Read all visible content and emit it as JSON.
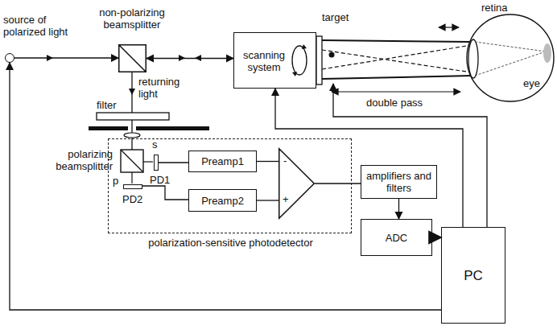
{
  "diagram": {
    "nodes": [
      {
        "text": [
          "source of polarized light"
        ]
      },
      {
        "text": [
          "non-polarizing beamsplitter"
        ]
      },
      {
        "text": [
          "scanning system"
        ]
      },
      {
        "text": [
          "polarization-sensitive photodetector"
        ]
      },
      {
        "text": [
          "PD1"
        ],
        "in": 3
      },
      {
        "text": [
          "Preamp1"
        ],
        "in": 3
      },
      {
        "text": [
          "PD2"
        ],
        "in": 3
      },
      {
        "text": [
          "Preamp2"
        ],
        "in": 3
      },
      {
        "text": [
          "-",
          "+"
        ],
        "in": 3
      },
      {
        "text": [
          "amplifiers and filters"
        ]
      },
      {
        "text": [
          "ADC"
        ]
      },
      {
        "text": [
          "PC"
        ]
      }
    ],
    "edges": [
      {
        "from": 0,
        "to": 1,
        "arrow": "to"
      },
      {
        "from": 1,
        "to": 2,
        "arrow": "both"
      },
      {
        "from": 4,
        "to": 5,
        "arrow": "none"
      },
      {
        "from": 6,
        "to": 7,
        "arrow": "none"
      },
      {
        "from": 5,
        "to": 8,
        "arrow": "none"
      },
      {
        "from": 7,
        "to": 8,
        "arrow": "none"
      },
      {
        "from": 8,
        "to": 9,
        "arrow": "none"
      },
      {
        "from": 9,
        "to": 10,
        "arrow": "to"
      },
      {
        "from": 10,
        "to": 11,
        "arrow": "to"
      },
      {
        "from": 11,
        "to": 2,
        "arrow": "to"
      },
      {
        "from": 11,
        "to": 0,
        "arrow": "to"
      }
    ],
    "labels": [
      "returning light",
      "filter",
      "polarizing beamsplitter",
      "s",
      "p",
      "target",
      "retina",
      "eye",
      "double pass"
    ]
  }
}
